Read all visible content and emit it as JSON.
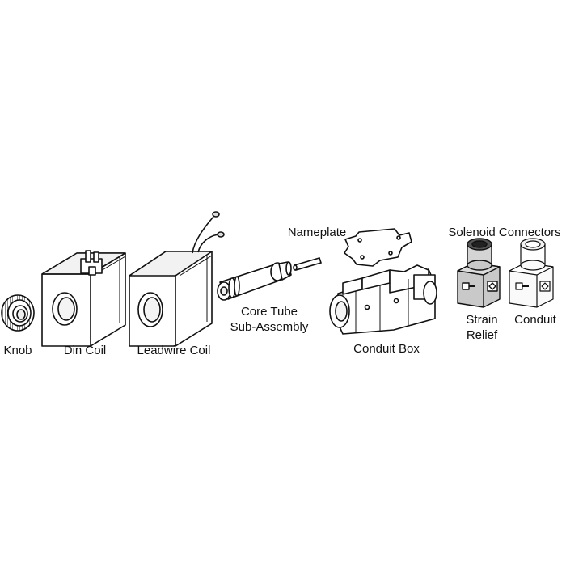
{
  "labels": {
    "knob": "Knob",
    "din_coil": "Din Coil",
    "leadwire_coil": "Leadwire Coil",
    "core_tube_line1": "Core Tube",
    "core_tube_line2": "Sub-Assembly",
    "nameplate": "Nameplate",
    "conduit_box": "Conduit Box",
    "solenoid_connectors": "Solenoid Connectors",
    "strain_relief_line1": "Strain",
    "strain_relief_line2": "Relief",
    "conduit": "Conduit"
  },
  "colors": {
    "stroke": "#111111",
    "fill": "#ffffff",
    "shade": "#e8e8e8",
    "connector_grey": "#c9c9c9"
  }
}
